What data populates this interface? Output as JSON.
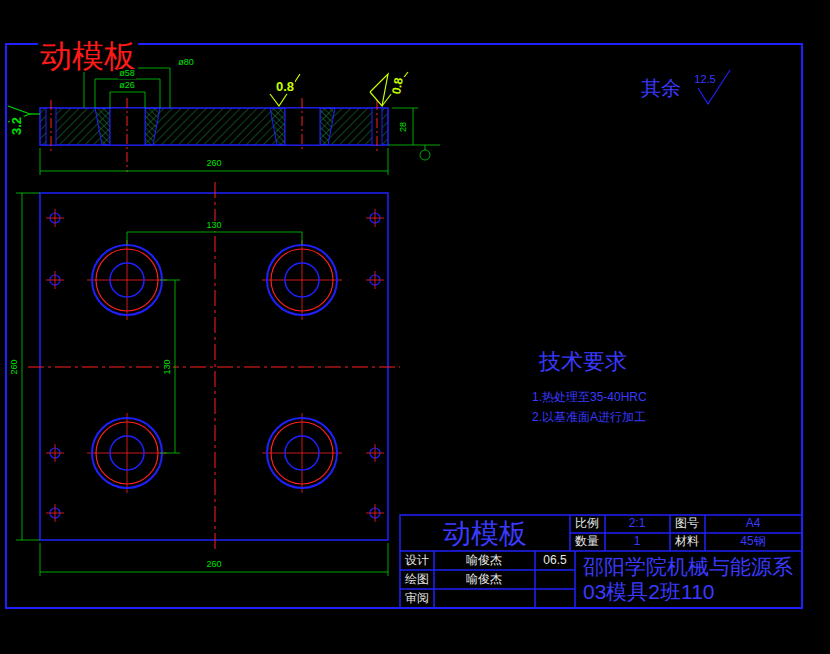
{
  "diagram": {
    "title": "动模板",
    "labels": [
      "ø80",
      "ø58",
      "ø26",
      "0.8",
      "0.8",
      "3.2",
      "28",
      "其余",
      "12.5",
      "260",
      "130",
      "130",
      "260",
      "260",
      "技术要求",
      "1.热处理至35-40HRC",
      "2.以基准面A进行加工",
      "动模板",
      "比例",
      "2:1",
      "图号",
      "A4",
      "数量",
      "1",
      "材料",
      "45钢",
      "设计",
      "喻俊杰",
      "06.5",
      "绘图",
      "喻俊杰",
      "审阅",
      "邵阳学院机械与能源系03模具2班110"
    ]
  }
}
